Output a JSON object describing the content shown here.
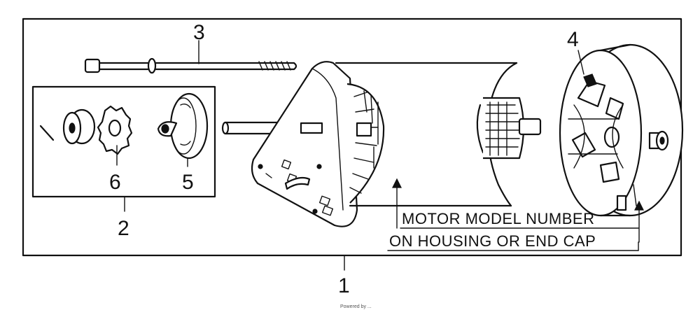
{
  "callouts": {
    "c1": "1",
    "c2": "2",
    "c3": "3",
    "c4": "4",
    "c5": "5",
    "c6": "6"
  },
  "note": {
    "line1": "MOTOR MODEL NUMBER",
    "line2": "ON HOUSING OR END CAP"
  },
  "footer": "Powered by ..."
}
